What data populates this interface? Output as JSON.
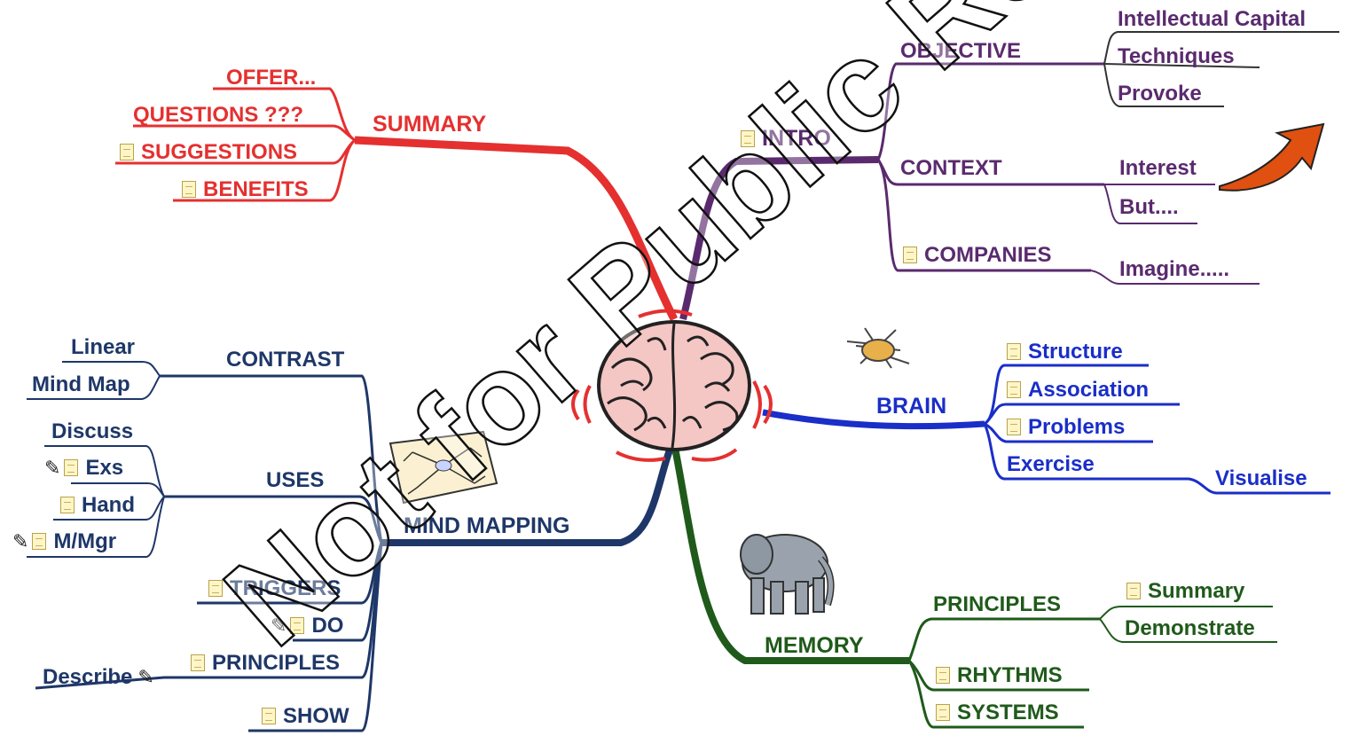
{
  "center": {
    "image": "brain-illustration"
  },
  "branches": {
    "summary": {
      "title": "SUMMARY",
      "children": [
        "OFFER...",
        "QUESTIONS ???",
        "SUGGESTIONS",
        "BENEFITS"
      ]
    },
    "intro": {
      "title": "INTRO",
      "objective": {
        "title": "OBJECTIVE",
        "children": [
          "Intellectual Capital",
          "Techniques",
          "Provoke"
        ]
      },
      "context": {
        "title": "CONTEXT",
        "children": [
          "Interest",
          "But...."
        ]
      },
      "companies": {
        "title": "COMPANIES",
        "children": [
          "Imagine....."
        ]
      }
    },
    "brain": {
      "title": "BRAIN",
      "children": [
        "Structure",
        "Association",
        "Problems",
        "Exercise"
      ],
      "exercise_child": "Visualise"
    },
    "memory": {
      "title": "MEMORY",
      "principles": {
        "title": "PRINCIPLES",
        "children": [
          "Summary",
          "Demonstrate"
        ]
      },
      "children": [
        "RHYTHMS",
        "SYSTEMS"
      ]
    },
    "mind_mapping": {
      "title": "MIND MAPPING",
      "contrast": {
        "title": "CONTRAST",
        "children": [
          "Linear",
          "Mind Map"
        ]
      },
      "uses": {
        "title": "USES",
        "children": [
          "Discuss",
          "Exs",
          "Hand",
          "M/Mgr"
        ]
      },
      "children": [
        "TRIGGERS",
        "DO",
        "PRINCIPLES",
        "SHOW"
      ],
      "principles_child": "Describe"
    }
  },
  "watermark": "Not for Public Release",
  "colors": {
    "summary": "#e53030",
    "intro": "#5a2a6e",
    "brain": "#1a2ec8",
    "memory": "#1f5a1a",
    "mind_mapping": "#1e3768"
  }
}
